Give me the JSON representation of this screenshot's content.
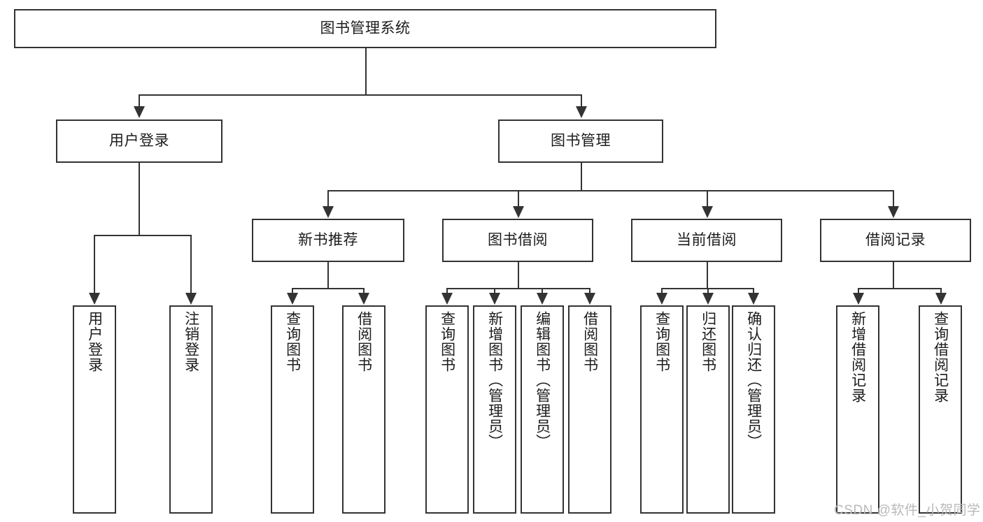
{
  "diagram": {
    "type": "tree-hierarchy-diagram",
    "title": "图书管理系统",
    "root": {
      "label": "图书管理系统"
    },
    "level2": [
      {
        "label": "用户登录"
      },
      {
        "label": "图书管理"
      }
    ],
    "level3": [
      {
        "label": "新书推荐",
        "parent": "图书管理"
      },
      {
        "label": "图书借阅",
        "parent": "图书管理"
      },
      {
        "label": "当前借阅",
        "parent": "图书管理"
      },
      {
        "label": "借阅记录",
        "parent": "图书管理"
      }
    ],
    "leaves": {
      "user_login": [
        {
          "label": "用户登录"
        },
        {
          "label": "注销登录"
        }
      ],
      "new_book_recommend": [
        {
          "label": "查询图书"
        },
        {
          "label": "借阅图书"
        }
      ],
      "book_borrow": [
        {
          "label": "查询图书"
        },
        {
          "label": "新增图书（管理员）"
        },
        {
          "label": "编辑图书（管理员）"
        },
        {
          "label": "借阅图书"
        }
      ],
      "current_borrow": [
        {
          "label": "查询图书"
        },
        {
          "label": "归还图书"
        },
        {
          "label": "确认归还（管理员）"
        }
      ],
      "borrow_records": [
        {
          "label": "新增借阅记录"
        },
        {
          "label": "查询借阅记录"
        }
      ]
    }
  },
  "watermark": {
    "text": "CSDN @软件_小贺同学"
  },
  "colors": {
    "border": "#333333",
    "background": "#ffffff",
    "text": "#1c1c1c",
    "watermark": "#b9b9b9"
  }
}
